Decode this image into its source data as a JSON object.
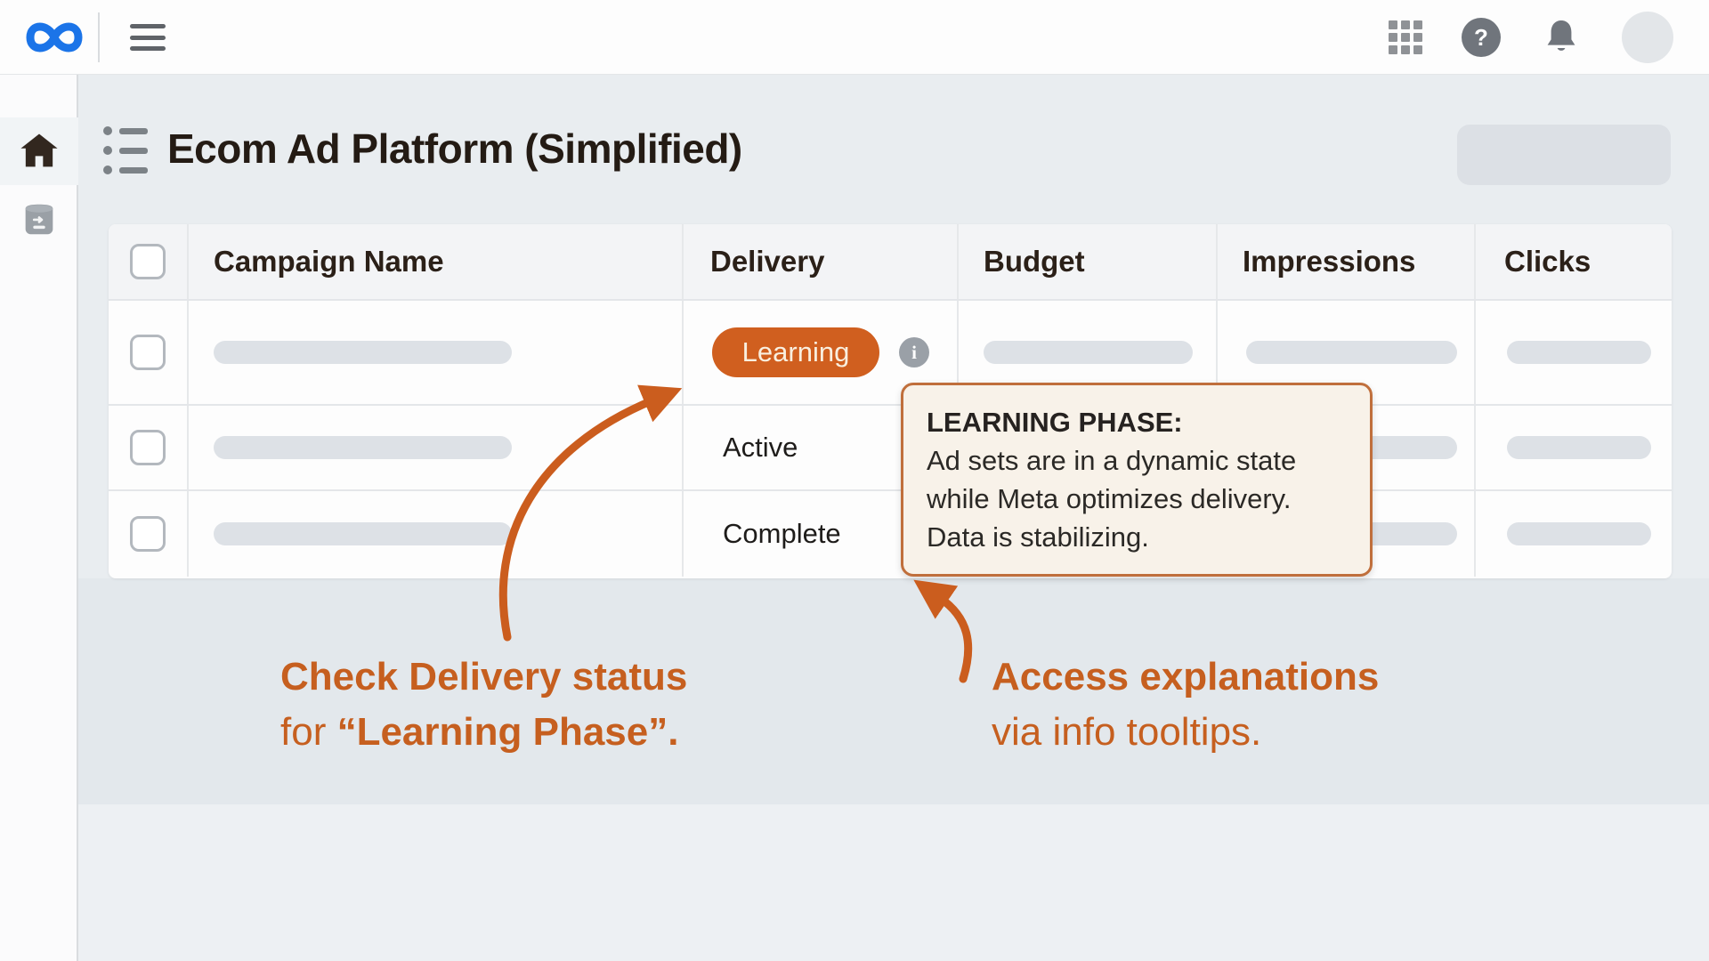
{
  "topbar": {
    "help_glyph": "?"
  },
  "page": {
    "title": "Ecom Ad Platform (Simplified)"
  },
  "table": {
    "columns": [
      "Campaign Name",
      "Delivery",
      "Budget",
      "Impressions",
      "Clicks"
    ],
    "rows": [
      {
        "delivery": "Learning",
        "style": "badge",
        "has_info_icon": true
      },
      {
        "delivery": "Active",
        "style": "text"
      },
      {
        "delivery": "Complete",
        "style": "text"
      }
    ]
  },
  "badge": {
    "info_glyph": "i"
  },
  "tooltip": {
    "title": "LEARNING PHASE:",
    "line1": "Ad sets are in a dynamic state",
    "line2": "while Meta optimizes delivery.",
    "line3": "Data is stabilizing."
  },
  "annotations": {
    "left_line1": "Check Delivery status",
    "left_line2_regular": "for ",
    "left_line2_bold": "“Learning Phase”.",
    "right_line1": "Access explanations",
    "right_line2": "via info tooltips."
  },
  "colors": {
    "accent_orange": "#cc5e1d",
    "badge_orange": "#d05f1f",
    "meta_blue": "#1b74e8",
    "tooltip_bg": "#f8f2e9",
    "tooltip_border": "#c06f3c"
  }
}
